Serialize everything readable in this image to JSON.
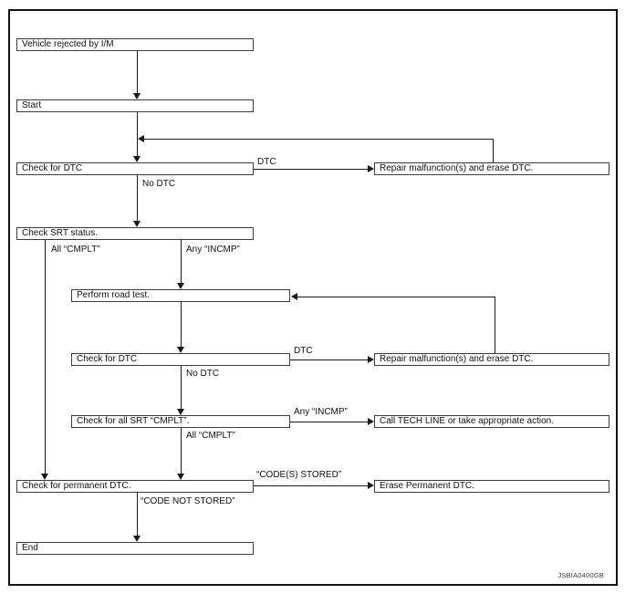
{
  "figure": {
    "code": "JSBIA0400GB"
  },
  "colors": {
    "line": "#1a1a1a",
    "box_border": "#3d3d3d",
    "box_fill": "#ffffff",
    "text": "#111111"
  },
  "nodes": {
    "vehicle_rejected": "Vehicle rejected by I/M",
    "start": "Start",
    "check_dtc_1": "Check for DTC",
    "check_srt_status": "Check SRT status.",
    "perform_road_test": "Perform road test.",
    "check_dtc_2": "Check for DTC",
    "check_all_srt_cmplt": "Check for all SRT “CMPLT”.",
    "check_permanent_dtc": "Check for permanent DTC.",
    "end": "End",
    "repair_erase_dtc_1": "Repair malfunction(s) and erase DTC.",
    "repair_erase_dtc_2": "Repair malfunction(s) and erase DTC.",
    "call_tech_line": "Call TECH LINE or take appropriate action.",
    "erase_permanent_dtc": "Erase Permanent DTC."
  },
  "edge_labels": {
    "dtc_1": "DTC",
    "no_dtc_1": "No DTC",
    "all_cmplt_1": "All “CMPLT”",
    "any_incmp_1": "Any “INCMP”",
    "dtc_2": "DTC",
    "no_dtc_2": "No DTC",
    "any_incmp_2": "Any “INCMP”",
    "all_cmplt_2": "All “CMPLT”",
    "codes_stored": "“CODE(S) STORED”",
    "code_not_stored": "“CODE NOT STORED”"
  }
}
